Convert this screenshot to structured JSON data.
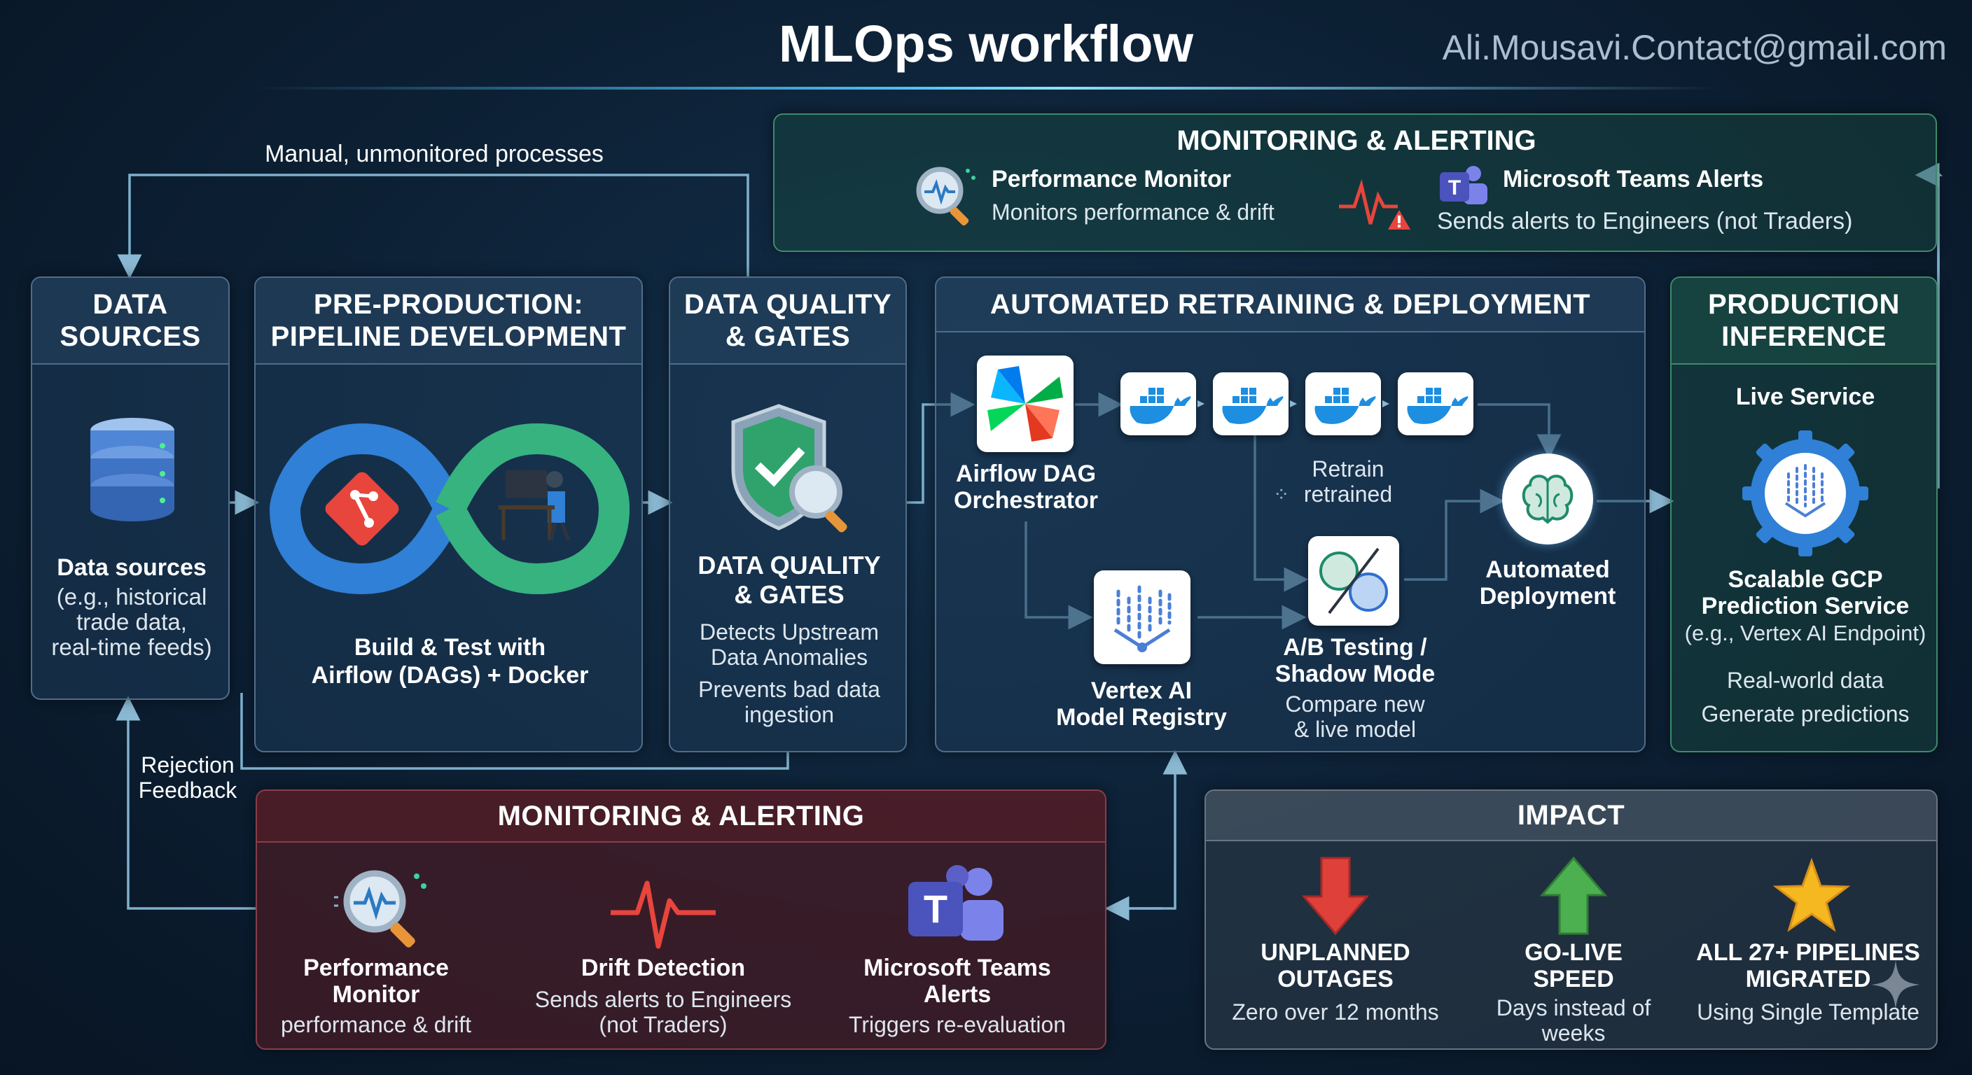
{
  "title": "MLOps workflow",
  "email": "Ali.Mousavi.Contact@gmail.com",
  "flow_labels": {
    "manual": "Manual, unmonitored processes",
    "rejection": "Rejection\nFeedback"
  },
  "top_monitoring": {
    "heading": "MONITORING & ALERTING",
    "perf_title": "Performance Monitor",
    "perf_desc": "Monitors performance & drift",
    "teams_title": "Microsoft Teams Alerts",
    "teams_desc": "Sends alerts to Engineers (not Traders)"
  },
  "data_sources": {
    "heading": "DATA\nSOURCES",
    "title": "Data sources",
    "desc": "(e.g., historical\ntrade data,\nreal-time feeds)"
  },
  "preprod": {
    "heading": "PRE-PRODUCTION:\nPIPELINE DEVELOPMENT",
    "title": "Build & Test with\nAirflow (DAGs) + Docker"
  },
  "data_quality": {
    "heading": "DATA QUALITY\n& GATES",
    "title": "DATA QUALITY\n& GATES",
    "desc1": "Detects Upstream\nData Anomalies",
    "desc2": "Prevents bad data\ningestion"
  },
  "retraining": {
    "heading": "AUTOMATED RETRAINING & DEPLOYMENT",
    "airflow": "Airflow DAG\nOrchestrator",
    "retrain": "Retrain\nretrained",
    "automated": "Automated\nDeployment",
    "registry": "Vertex AI\nModel Registry",
    "ab_title": "A/B Testing /\nShadow Mode",
    "ab_desc": "Compare new\n& live model"
  },
  "production": {
    "heading": "PRODUCTION\nINFERENCE",
    "live": "Live Service",
    "service": "Scalable GCP\nPrediction Service",
    "service_desc": "(e.g., Vertex AI Endpoint)",
    "realworld": "Real-world data",
    "generate": "Generate predictions"
  },
  "bottom_monitoring": {
    "heading": "MONITORING & ALERTING",
    "items": [
      {
        "title": "Performance\nMonitor",
        "desc": "performance & drift"
      },
      {
        "title": "Drift Detection",
        "desc": "Sends alerts to Engineers\n(not Traders)"
      },
      {
        "title": "Microsoft Teams\nAlerts",
        "desc": "Triggers re-evaluation"
      }
    ]
  },
  "impact": {
    "heading": "IMPACT",
    "items": [
      {
        "title": "UNPLANNED\nOUTAGES",
        "desc": "Zero over 12 months",
        "icon": "arrow-down-icon",
        "color": "#e0403a"
      },
      {
        "title": "GO-LIVE\nSPEED",
        "desc": "Days instead of\nweeks",
        "icon": "arrow-up-icon",
        "color": "#4caf50"
      },
      {
        "title": "ALL 27+ PIPELINES\nMIGRATED",
        "desc": "Using Single Template",
        "icon": "star-icon",
        "color": "#f5b820"
      }
    ]
  },
  "colors": {
    "accent": "#4fc3f7",
    "connector": "#7fb0cc",
    "git": "#e8453c",
    "docker": "#1d8ee0",
    "teams": "#5b5fc7"
  }
}
